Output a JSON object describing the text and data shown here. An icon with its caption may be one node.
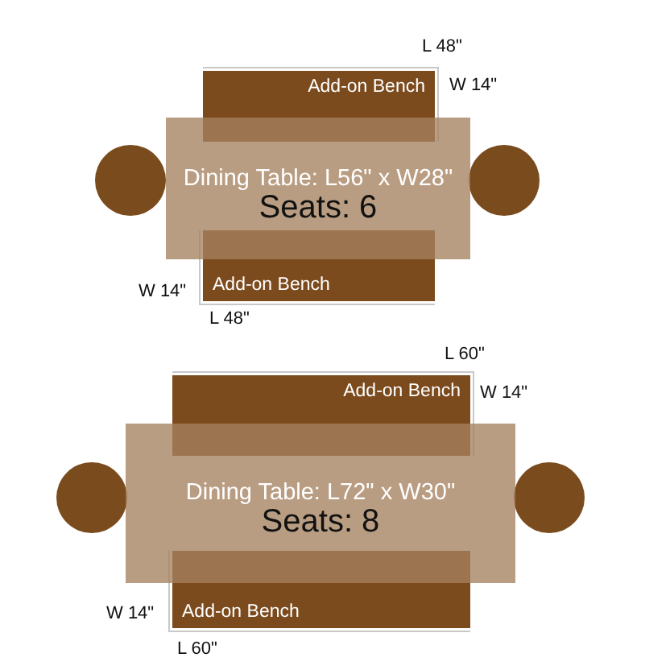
{
  "diagram": {
    "nodes": [
      {
        "text": [
          "Add-on Bench"
        ]
      },
      {
        "text": [],
        "shape": "circle"
      },
      {
        "text": [
          "Dining Table: L56\" x W28\"",
          "Seats: 6"
        ]
      },
      {
        "text": [],
        "shape": "circle"
      },
      {
        "text": [
          "Add-on Bench"
        ]
      },
      {
        "text": [
          "Add-on Bench"
        ]
      },
      {
        "text": [],
        "shape": "circle"
      },
      {
        "text": [
          "Dining Table: L72\" x W30\"",
          "Seats: 8"
        ]
      },
      {
        "text": [],
        "shape": "circle"
      },
      {
        "text": [
          "Add-on Bench"
        ]
      }
    ],
    "labels": [
      "L 48\"",
      "W 14\"",
      "W 14\"",
      "L 48\"",
      "L 60\"",
      "W 14\"",
      "W 14\"",
      "L 60\""
    ]
  }
}
